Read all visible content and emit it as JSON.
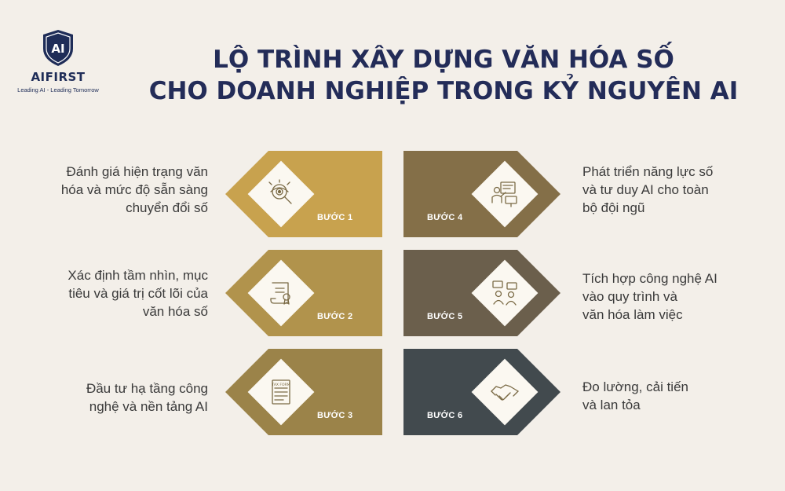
{
  "logo": {
    "mark": "AI",
    "name": "AIFIRST",
    "tagline": "Leading AI - Leading Tomorrow"
  },
  "title": {
    "line1": "LỘ TRÌNH XÂY DỰNG VĂN HÓA SỐ",
    "line2": "CHO DOANH NGHIỆP TRONG KỶ NGUYÊN AI",
    "color": "#232c58"
  },
  "steps": [
    {
      "label": "BƯỚC 1",
      "color": "#c8a24e",
      "icon": "eye-magnifier-icon",
      "description": [
        "Đánh giá hiện trạng văn",
        "hóa và mức độ sẵn sàng",
        "chuyển đổi số"
      ]
    },
    {
      "label": "BƯỚC 2",
      "color": "#b1934c",
      "icon": "certificate-scroll-icon",
      "description": [
        "Xác định tầm nhìn, mục",
        "tiêu và giá trị cốt lõi của",
        "văn hóa số"
      ]
    },
    {
      "label": "BƯỚC 3",
      "color": "#9b8349",
      "icon": "tax-form-document-icon",
      "icon_text": "TAX FORM",
      "description": [
        "Đầu tư hạ tầng công",
        "nghệ và nền tảng AI"
      ]
    },
    {
      "label": "BƯỚC 4",
      "color": "#846f48",
      "icon": "training-presentation-icon",
      "description": [
        "Phát triển năng lực số",
        "và tư duy AI cho toàn",
        "bộ đội ngũ"
      ]
    },
    {
      "label": "BƯỚC 5",
      "color": "#6b5f4c",
      "icon": "team-discussion-icon",
      "description": [
        "Tích hợp công nghệ AI",
        "vào quy trình và",
        "văn hóa làm việc"
      ]
    },
    {
      "label": "BƯỚC 6",
      "color": "#424a4e",
      "icon": "handshake-icon",
      "description": [
        "Đo lường, cải tiến",
        "và lan tỏa"
      ]
    }
  ]
}
